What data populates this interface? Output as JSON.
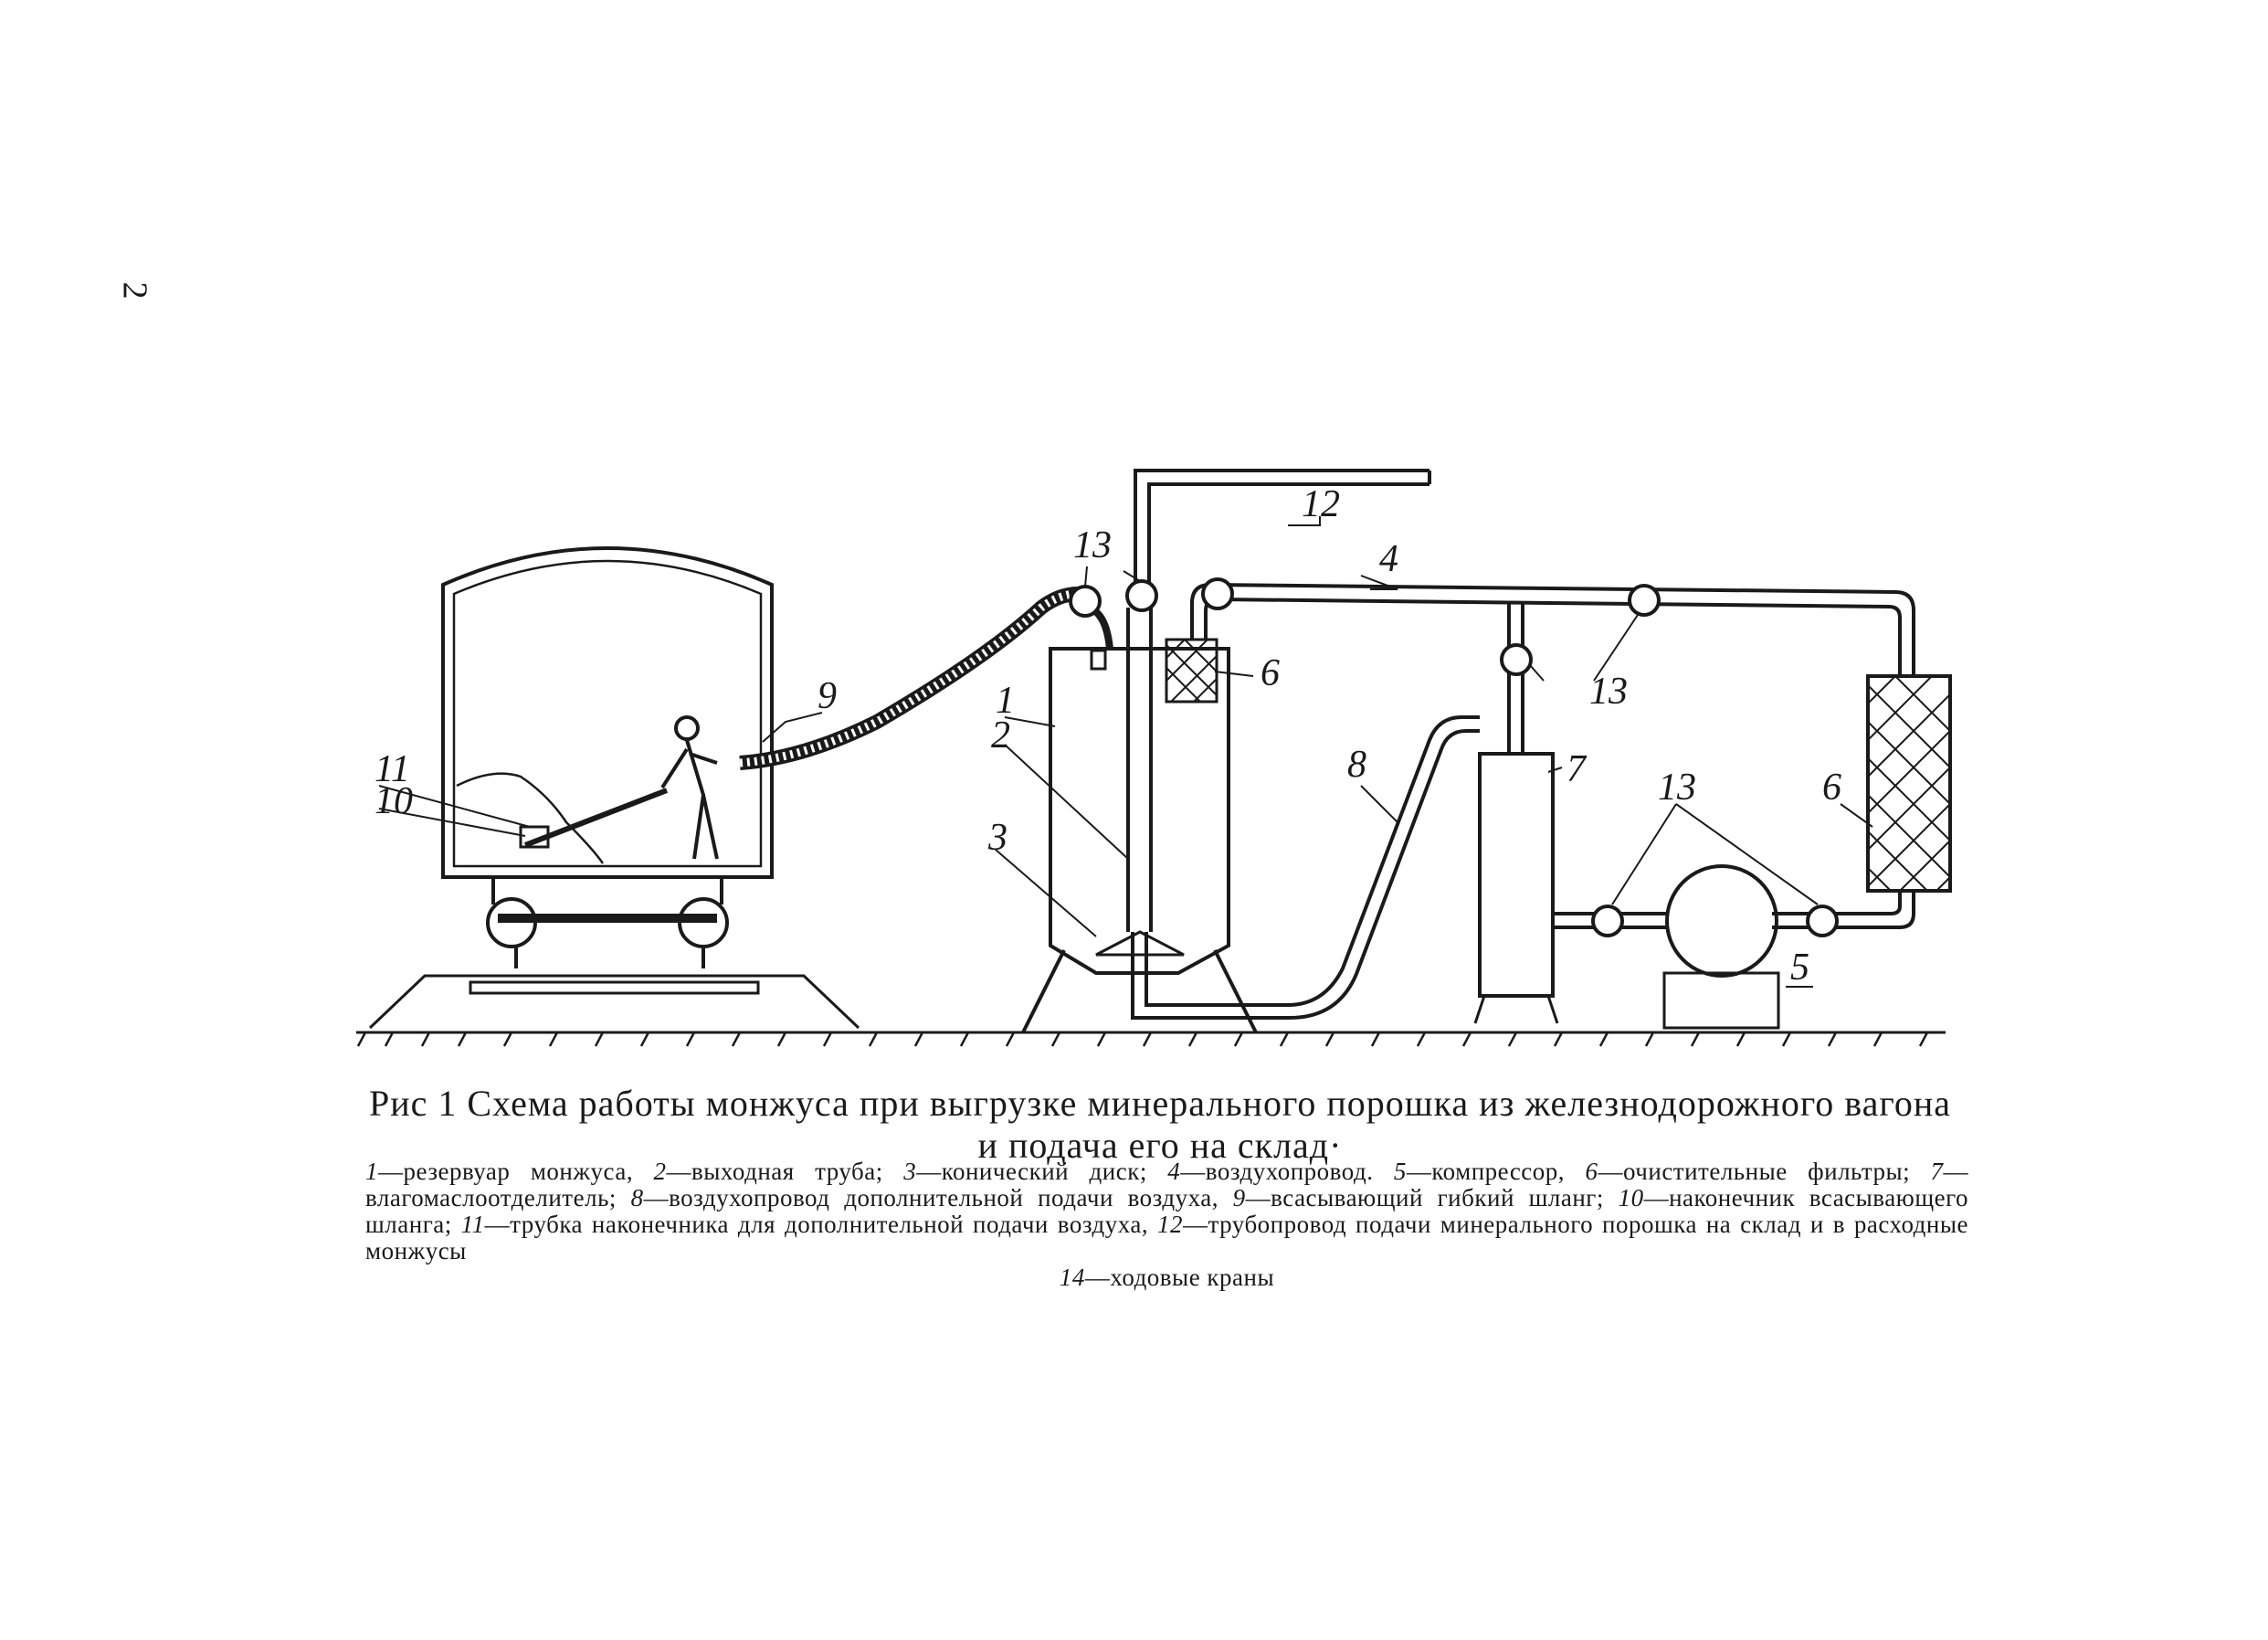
{
  "page": {
    "number": "2"
  },
  "figure": {
    "callouts": [
      "1",
      "2",
      "3",
      "4",
      "5",
      "6",
      "6",
      "7",
      "8",
      "9",
      "10",
      "11",
      "12",
      "13",
      "13",
      "13"
    ]
  },
  "caption": {
    "line1": "Рис 1 Схема работы монжуса при выгрузке минерального порошка из железнодорожного вагона",
    "line2": "и подача его на склад·"
  },
  "legend": {
    "items": [
      {
        "n": "1",
        "text": "—резервуар монжуса,"
      },
      {
        "n": "2",
        "text": "—выходная труба;"
      },
      {
        "n": "3",
        "text": "—конический диск;"
      },
      {
        "n": "4",
        "text": "—воздухопровод."
      },
      {
        "n": "5",
        "text": "—компрессор,"
      },
      {
        "n": "6",
        "text": "—очистительные фильтры;"
      },
      {
        "n": "7",
        "text": "—влагомаслоотделитель;"
      },
      {
        "n": "8",
        "text": "—воздухопровод дополнительной подачи воздуха,"
      },
      {
        "n": "9",
        "text": "—всасывающий гибкий шланг;"
      },
      {
        "n": "10",
        "text": "—наконечник всасывающего шланга;"
      },
      {
        "n": "11",
        "text": "—трубка наконечника для дополнительной подачи воздуха,"
      },
      {
        "n": "12",
        "text": "—трубопровод подачи минерального порошка на склад и в расходные монжусы"
      },
      {
        "n": "14",
        "text": "—ходовые краны"
      }
    ]
  }
}
